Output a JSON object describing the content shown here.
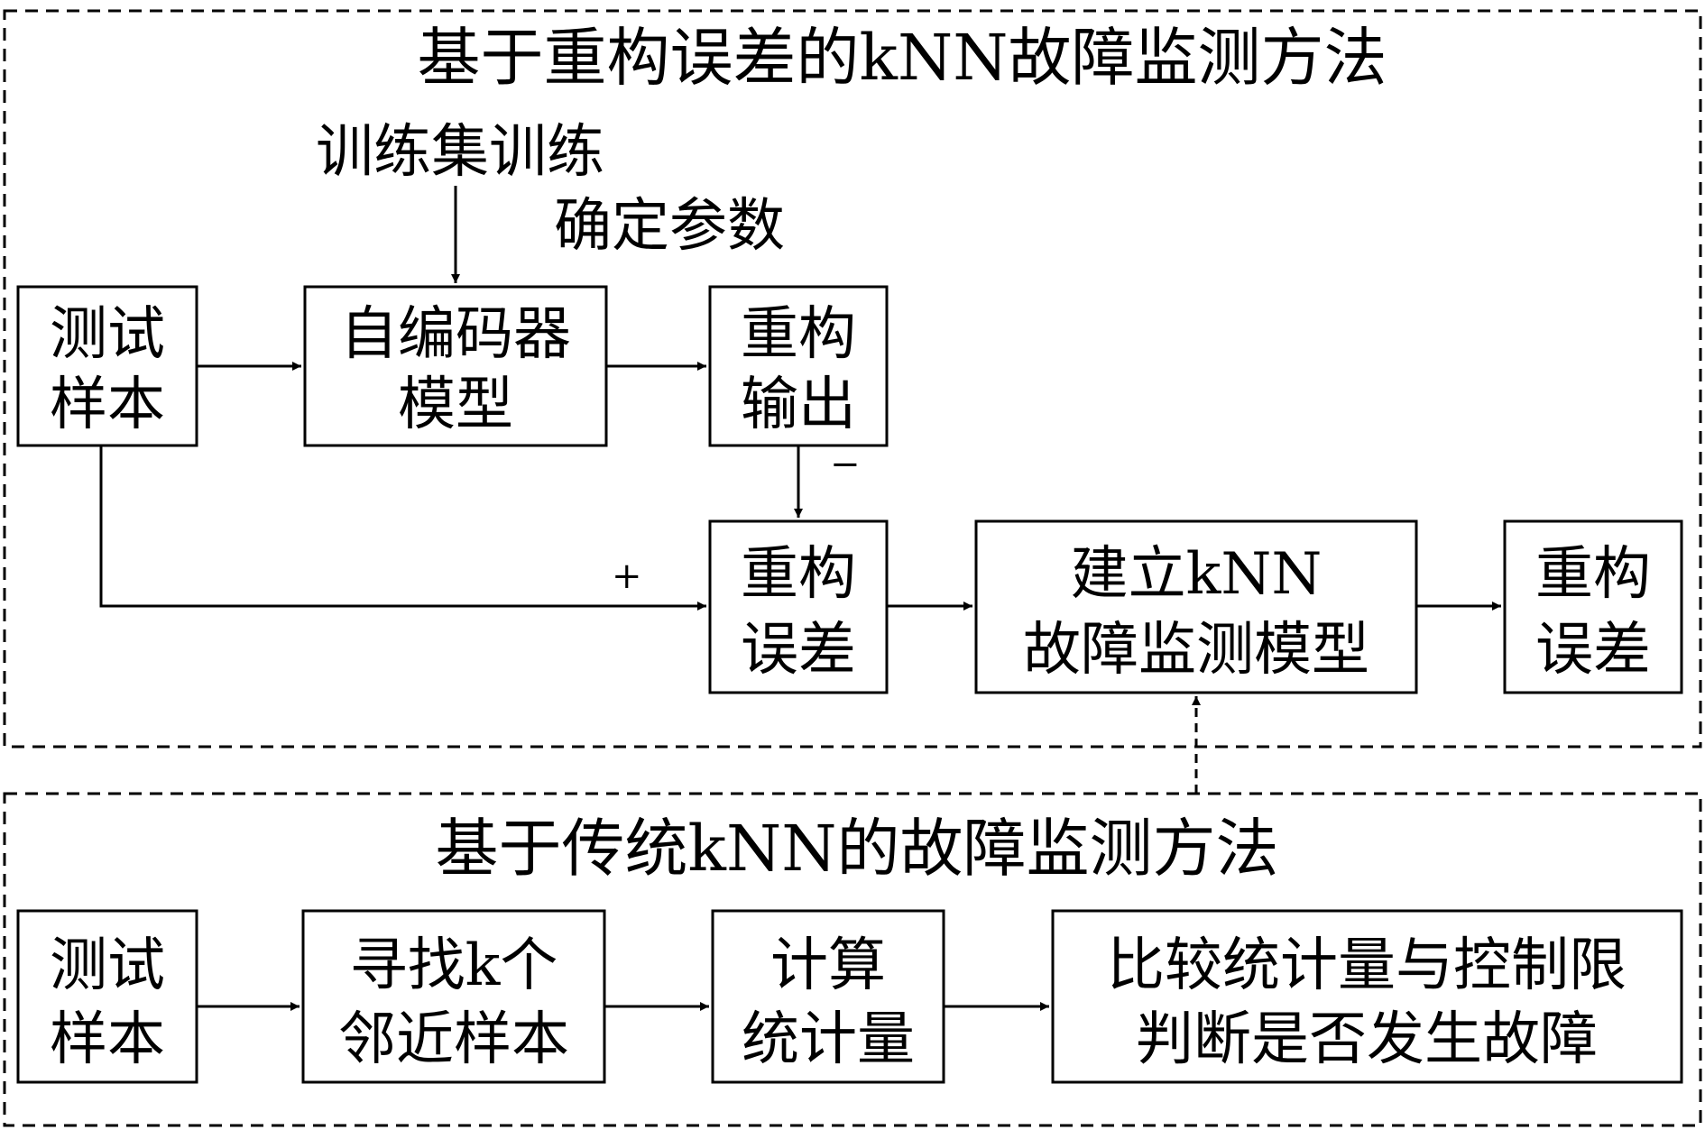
{
  "top_section": {
    "title": "基于重构误差的kNN故障监测方法",
    "training_note": "训练集训练",
    "param_note": "确定参数",
    "boxes": {
      "test_sample": [
        "测试",
        "样本"
      ],
      "autoencoder": [
        "自编码器",
        "模型"
      ],
      "recon_output": [
        "重构",
        "输出"
      ],
      "recon_error": [
        "重构",
        "误差"
      ],
      "build_knn": [
        "建立kNN",
        "故障监测模型"
      ],
      "recon_error_out": [
        "重构",
        "误差"
      ]
    },
    "signs": {
      "minus": "−",
      "plus": "+"
    }
  },
  "bottom_section": {
    "title": "基于传统kNN的故障监测方法",
    "boxes": {
      "test_sample": [
        "测试",
        "样本"
      ],
      "find_neighbors": [
        "寻找k个",
        "邻近样本"
      ],
      "compute_stat": [
        "计算",
        "统计量"
      ],
      "compare": [
        "比较统计量与控制限",
        "判断是否发生故障"
      ]
    }
  },
  "colors": {
    "stroke": "#000000",
    "background": "#ffffff"
  }
}
